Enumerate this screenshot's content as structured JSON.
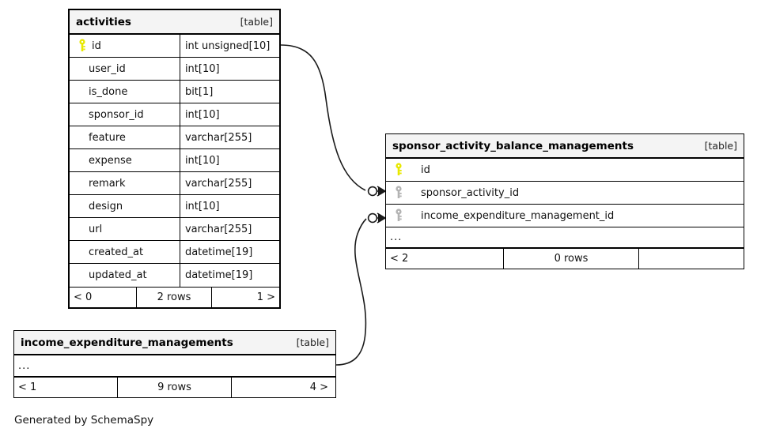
{
  "diagram": {
    "generator_credit": "Generated by SchemaSpy",
    "kind_label": "[table]",
    "ellipsis": "...",
    "colors": {
      "primary_key": "#e8e800",
      "foreign_key": "#b3b3b3",
      "border": "#000000",
      "header_background": "#f4f4f4",
      "page_background": "#ffffff"
    }
  },
  "tables": {
    "activities": {
      "name": "activities",
      "kind": "[table]",
      "columns": [
        {
          "name": "id",
          "type": "int unsigned[10]",
          "key": "primary"
        },
        {
          "name": "user_id",
          "type": "int[10]",
          "key": "none"
        },
        {
          "name": "is_done",
          "type": "bit[1]",
          "key": "none"
        },
        {
          "name": "sponsor_id",
          "type": "int[10]",
          "key": "none"
        },
        {
          "name": "feature",
          "type": "varchar[255]",
          "key": "none"
        },
        {
          "name": "expense",
          "type": "int[10]",
          "key": "none"
        },
        {
          "name": "remark",
          "type": "varchar[255]",
          "key": "none"
        },
        {
          "name": "design",
          "type": "int[10]",
          "key": "none"
        },
        {
          "name": "url",
          "type": "varchar[255]",
          "key": "none"
        },
        {
          "name": "created_at",
          "type": "datetime[19]",
          "key": "none"
        },
        {
          "name": "updated_at",
          "type": "datetime[19]",
          "key": "none"
        }
      ],
      "footer": {
        "prev": "< 0",
        "rows": "2 rows",
        "next": "1 >"
      }
    },
    "sponsor_activity_balance_managements": {
      "name": "sponsor_activity_balance_managements",
      "kind": "[table]",
      "columns": [
        {
          "name": "id",
          "key": "primary"
        },
        {
          "name": "sponsor_activity_id",
          "key": "foreign"
        },
        {
          "name": "income_expenditure_management_id",
          "key": "foreign"
        }
      ],
      "more": "...",
      "footer": {
        "prev": "< 2",
        "rows": "0 rows",
        "next": ""
      }
    },
    "income_expenditure_managements": {
      "name": "income_expenditure_managements",
      "kind": "[table]",
      "more": "...",
      "footer": {
        "prev": "< 1",
        "rows": "9 rows",
        "next": "4 >"
      }
    }
  },
  "relationships": [
    {
      "from_table": "activities",
      "from_column": "id",
      "to_table": "sponsor_activity_balance_managements",
      "to_column": "sponsor_activity_id",
      "cardinality": "zero-or-many"
    },
    {
      "from_table": "income_expenditure_managements",
      "from_column": "...",
      "to_table": "sponsor_activity_balance_managements",
      "to_column": "income_expenditure_management_id",
      "cardinality": "zero-or-many"
    }
  ]
}
